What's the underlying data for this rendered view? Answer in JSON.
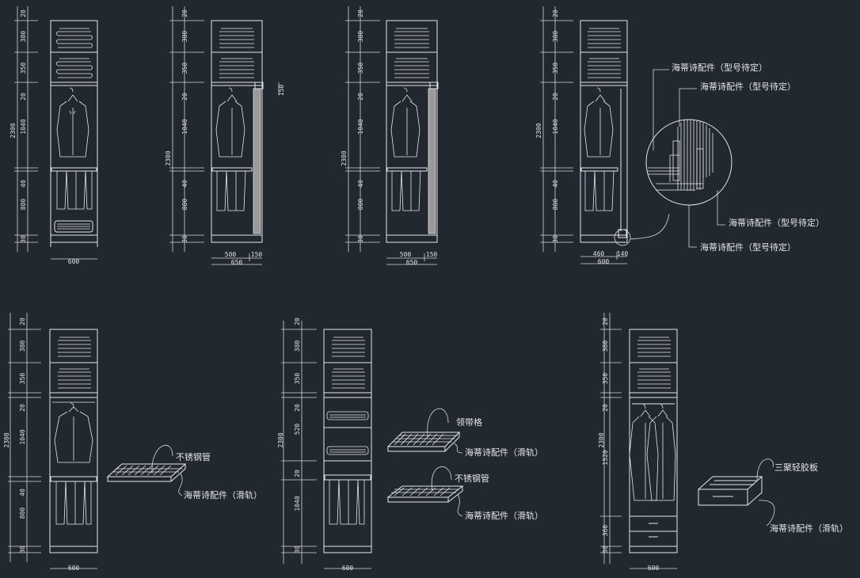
{
  "labels": {
    "accessory_model_tbd": "海蒂诗配件（型号待定）",
    "stainless_tube": "不锈钢管",
    "slide_rail": "海蒂诗配件（滑轨）",
    "tie_rack": "领带格",
    "abs_board": "三聚轻胶板"
  },
  "dims": {
    "d20": "20",
    "d380": "380",
    "d350": "350",
    "d1040": "1040",
    "d40": "40",
    "d800": "800",
    "d30": "30",
    "d2300": "2300",
    "d600": "600",
    "d500": "500",
    "d150": "150",
    "d650": "650",
    "d460": "460",
    "d140": "140",
    "d520": "520",
    "d1520": "1520",
    "d360": "360"
  }
}
